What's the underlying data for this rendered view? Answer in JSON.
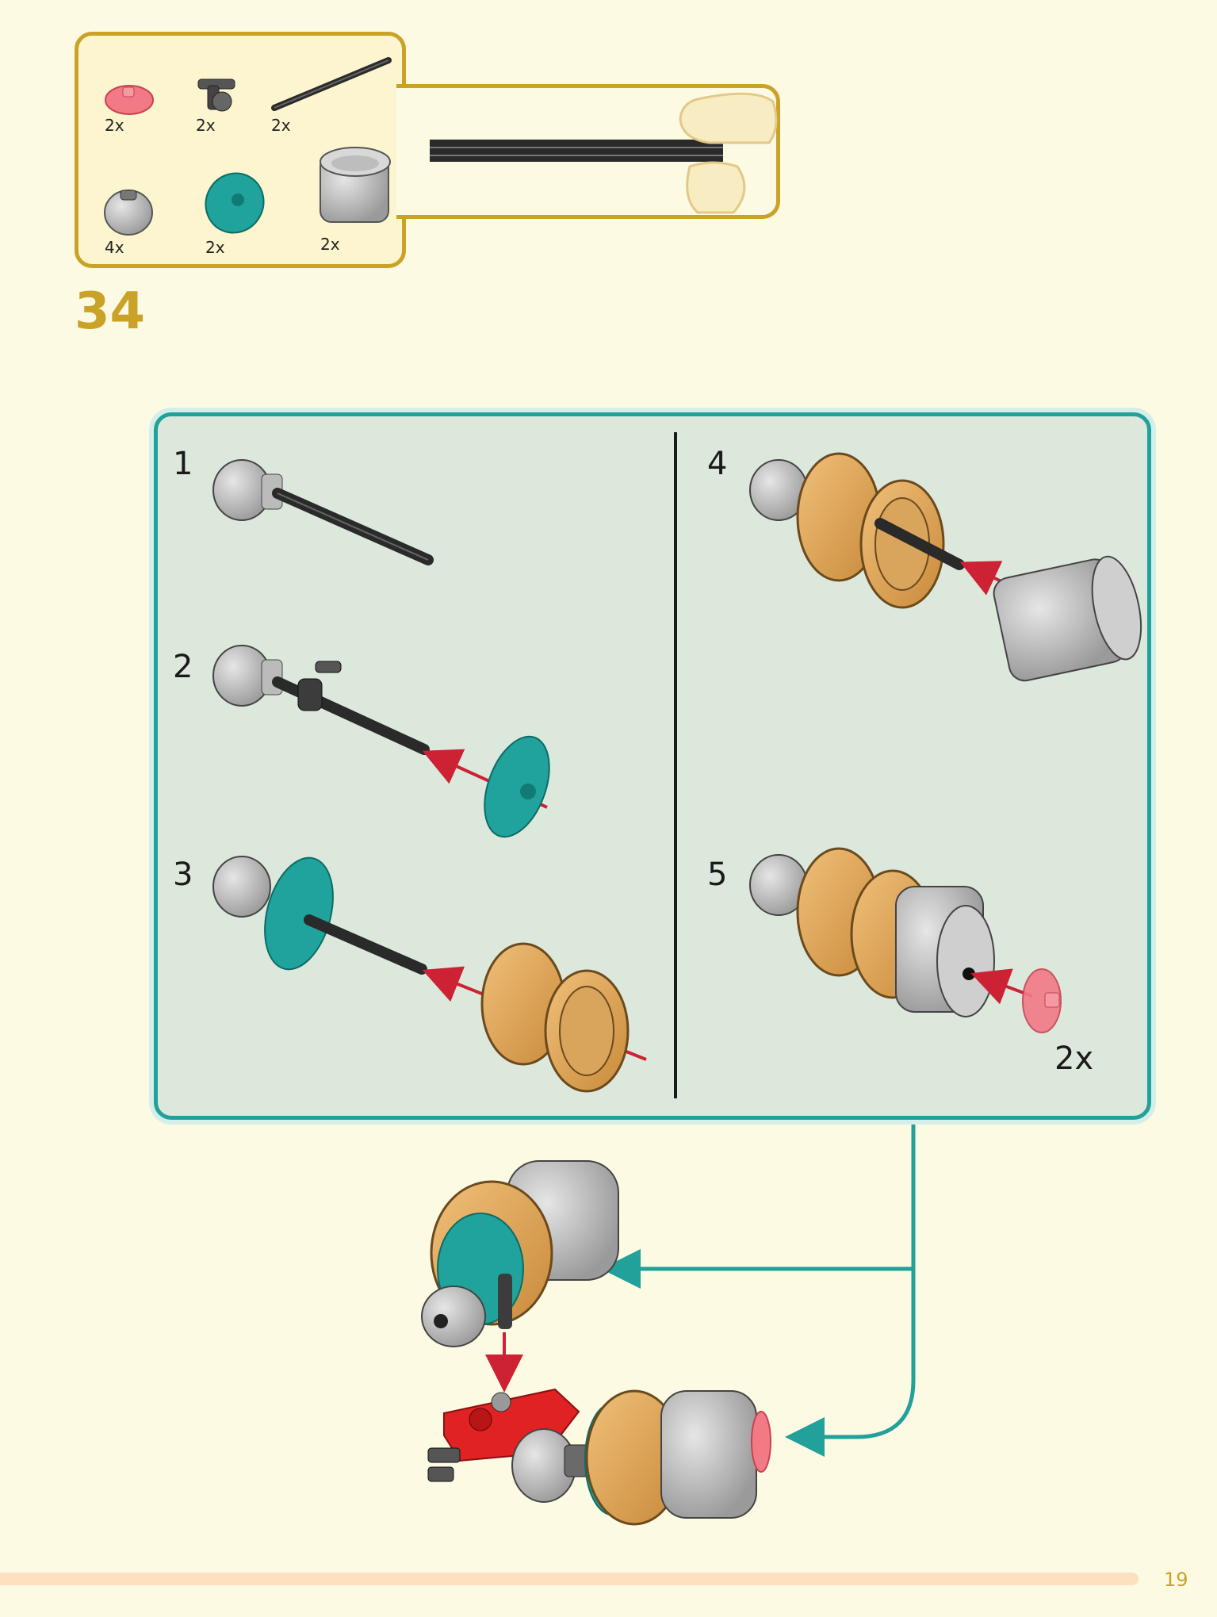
{
  "parts_list": {
    "items": [
      {
        "name": "trans-red round tile",
        "qty": "2x"
      },
      {
        "name": "dark grey axle connector",
        "qty": "2x"
      },
      {
        "name": "black axle",
        "qty": "2x"
      },
      {
        "name": "light grey round brick",
        "qty": "4x"
      },
      {
        "name": "teal round plate",
        "qty": "2x"
      },
      {
        "name": "light grey cylinder",
        "qty": "2x"
      }
    ]
  },
  "step": {
    "number": "34"
  },
  "substeps": [
    {
      "number": "1"
    },
    {
      "number": "2"
    },
    {
      "number": "3"
    },
    {
      "number": "4"
    },
    {
      "number": "5",
      "multiplier": "2x"
    }
  ],
  "page": {
    "number": "19"
  },
  "colors": {
    "accent_gold": "#c9a227",
    "panel_teal": "#22a09a",
    "arrow_red": "#cc2233",
    "background": "#fdfae3"
  },
  "icons": [
    "hand-icon",
    "arrow-icon"
  ]
}
